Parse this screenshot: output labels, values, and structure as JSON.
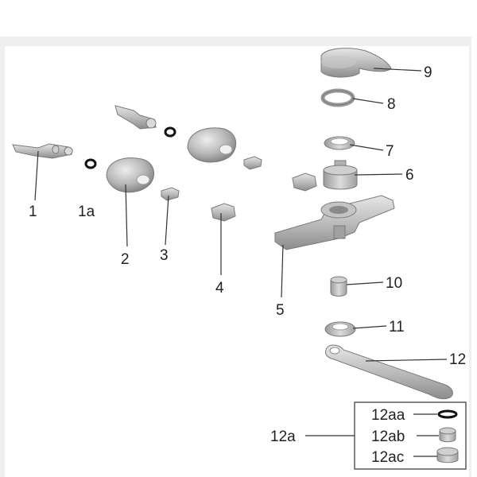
{
  "colors": {
    "part_light": "#d4d4d4",
    "part_mid": "#b4b4b4",
    "part_dark": "#8a8a8a",
    "outline": "#7a7a7a",
    "oring": "#111111",
    "label": "#222222"
  },
  "parts": [
    {
      "id": "1",
      "label": "1",
      "name": "spindle-left",
      "icon": "spindle"
    },
    {
      "id": "1a",
      "label": "1a",
      "name": "oring-left",
      "icon": "o-ring"
    },
    {
      "id": "2",
      "label": "2",
      "name": "cover-cap-left",
      "icon": "cap"
    },
    {
      "id": "3",
      "label": "3",
      "name": "nut-small-left",
      "icon": "nut"
    },
    {
      "id": "4",
      "label": "4",
      "name": "nut-left",
      "icon": "nut"
    },
    {
      "id": "5",
      "label": "5",
      "name": "body-bar",
      "icon": "bar"
    },
    {
      "id": "6",
      "label": "6",
      "name": "cartridge",
      "icon": "cartridge"
    },
    {
      "id": "7",
      "label": "7",
      "name": "ring",
      "icon": "ring"
    },
    {
      "id": "8",
      "label": "8",
      "name": "washer",
      "icon": "washer"
    },
    {
      "id": "9",
      "label": "9",
      "name": "lever-handle",
      "icon": "lever"
    },
    {
      "id": "10",
      "label": "10",
      "name": "bushing",
      "icon": "bushing"
    },
    {
      "id": "11",
      "label": "11",
      "name": "nut-ring",
      "icon": "ring"
    },
    {
      "id": "12",
      "label": "12",
      "name": "spout",
      "icon": "spout"
    },
    {
      "id": "12a",
      "label": "12a",
      "name": "spout-kit",
      "icon": "bracket"
    },
    {
      "id": "12aa",
      "label": "12aa",
      "name": "kit-oring",
      "icon": "o-ring"
    },
    {
      "id": "12ab",
      "label": "12ab",
      "name": "kit-bushing",
      "icon": "bushing"
    },
    {
      "id": "12ac",
      "label": "12ac",
      "name": "kit-sleeve",
      "icon": "sleeve"
    }
  ]
}
